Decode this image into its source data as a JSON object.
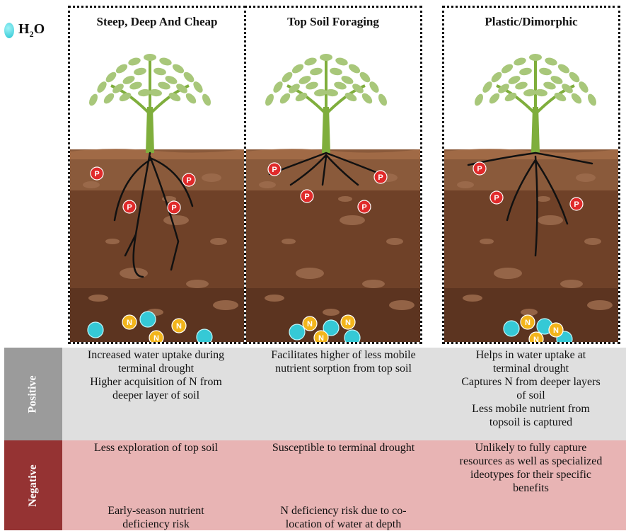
{
  "legend": {
    "label_main": "H",
    "label_sub": "2",
    "label_end": "O"
  },
  "panels": [
    {
      "title": "Steep, Deep And Cheap",
      "root_type": "deep"
    },
    {
      "title": "Top Soil Foraging",
      "root_type": "shallow"
    },
    {
      "title": "Plastic/Dimorphic",
      "root_type": "dimorphic"
    }
  ],
  "markers": {
    "p_label": "P",
    "n_label": "N"
  },
  "table": {
    "positive_label": "Positive",
    "negative_label": "Negative",
    "positive": [
      {
        "lines": [
          "Increased water uptake during",
          "terminal drought",
          "Higher acquisition of N from",
          "deeper layer of soil"
        ]
      },
      {
        "lines": [
          "Facilitates higher of less mobile",
          "nutrient sorption from top soil"
        ]
      },
      {
        "lines": [
          "Helps in water uptake at",
          "terminal drought",
          "Captures N from deeper layers",
          "of soil",
          "Less mobile nutrient from",
          "topsoil is captured"
        ]
      }
    ],
    "negative": [
      {
        "top": [
          "Less exploration of top soil"
        ],
        "bottom": [
          "Early-season nutrient",
          "deficiency risk"
        ]
      },
      {
        "top": [
          "Susceptible to terminal drought"
        ],
        "bottom": [
          "N deficiency risk due to co-",
          "location of water at depth"
        ]
      },
      {
        "top": [
          "Unlikely to fully capture",
          "resources as well as specialized",
          "ideotypes for their specific",
          "benefits"
        ],
        "bottom": []
      }
    ]
  },
  "colors": {
    "positive_header": "#9b9b9b",
    "negative_header": "#953333",
    "positive_row": "#dfdfdf",
    "negative_row": "#e8b4b4",
    "p_marker": "#e02a2a",
    "n_marker": "#f2b51c",
    "water": "#35c9d6"
  }
}
